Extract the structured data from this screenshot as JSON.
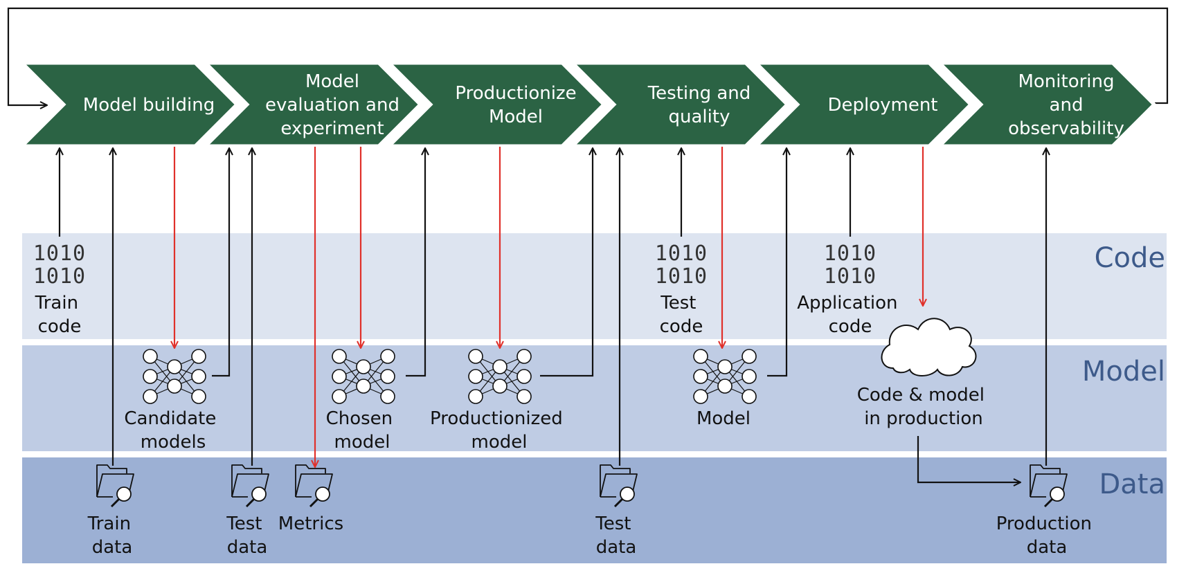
{
  "stages": [
    {
      "lines": [
        "Model building"
      ]
    },
    {
      "lines": [
        "Model",
        "evaluation and",
        "experiment"
      ]
    },
    {
      "lines": [
        "Productionize",
        "Model"
      ]
    },
    {
      "lines": [
        "Testing and",
        "quality"
      ]
    },
    {
      "lines": [
        "Deployment"
      ]
    },
    {
      "lines": [
        "Monitoring",
        "and",
        "observability"
      ]
    }
  ],
  "bands": {
    "code": "Code",
    "model": "Model",
    "data": "Data"
  },
  "binary_glyph": "1010",
  "code_items": [
    {
      "lines": [
        "Train",
        "code"
      ]
    },
    {
      "lines": [
        "Test",
        "code"
      ]
    },
    {
      "lines": [
        "Application",
        "code"
      ]
    }
  ],
  "model_items": [
    {
      "lines": [
        "Candidate",
        "models"
      ]
    },
    {
      "lines": [
        "Chosen",
        "model"
      ]
    },
    {
      "lines": [
        "Productionized",
        "model"
      ]
    },
    {
      "lines": [
        "Model"
      ]
    }
  ],
  "cloud_item": {
    "lines": [
      "Code & model",
      "in production"
    ]
  },
  "data_items": [
    {
      "lines": [
        "Train",
        "data"
      ]
    },
    {
      "lines": [
        "Test",
        "data"
      ]
    },
    {
      "lines": [
        "Metrics"
      ]
    },
    {
      "lines": [
        "Test",
        "data"
      ]
    },
    {
      "lines": [
        "Production",
        "data"
      ]
    }
  ],
  "colors": {
    "stage_fill": "#2b6344",
    "code_band": "#dde4f0",
    "model_band": "#bfcce4",
    "data_band": "#9cb0d4",
    "input_arrow": "#111111",
    "output_arrow": "#e0302a"
  }
}
